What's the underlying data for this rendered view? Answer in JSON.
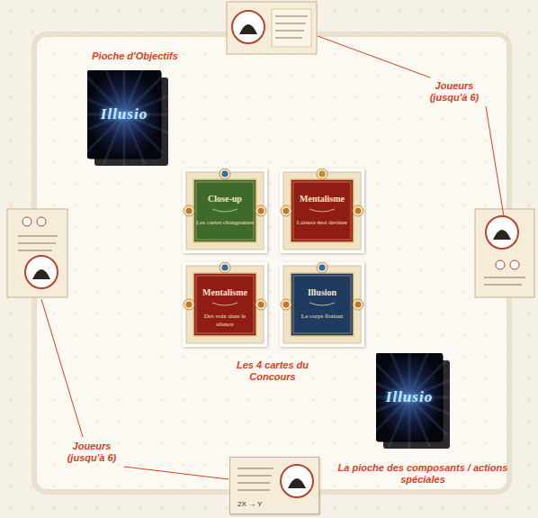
{
  "diagram": {
    "nodes": [
      {
        "text": [
          "Illusio"
        ]
      },
      {
        "text": [
          "Close-up",
          "Les cartes changeantes"
        ]
      },
      {
        "text": [
          "Mentalisme",
          "Laissez moi deviner"
        ]
      },
      {
        "text": [
          "Mentalisme",
          "Des voix dans le silence"
        ]
      },
      {
        "text": [
          "Illusion",
          "Le corps flottant"
        ]
      },
      {
        "text": [
          "Illusio"
        ]
      },
      {
        "text": [
          "2X → Y"
        ]
      }
    ],
    "labels": [
      "Pioche d'Objectifs",
      "Joueurs (jusqu'à 6)",
      "Joueurs (jusqu'à 6)",
      "Les 4 cartes du Concours",
      "La pioche des composants / actions spéciales"
    ]
  }
}
